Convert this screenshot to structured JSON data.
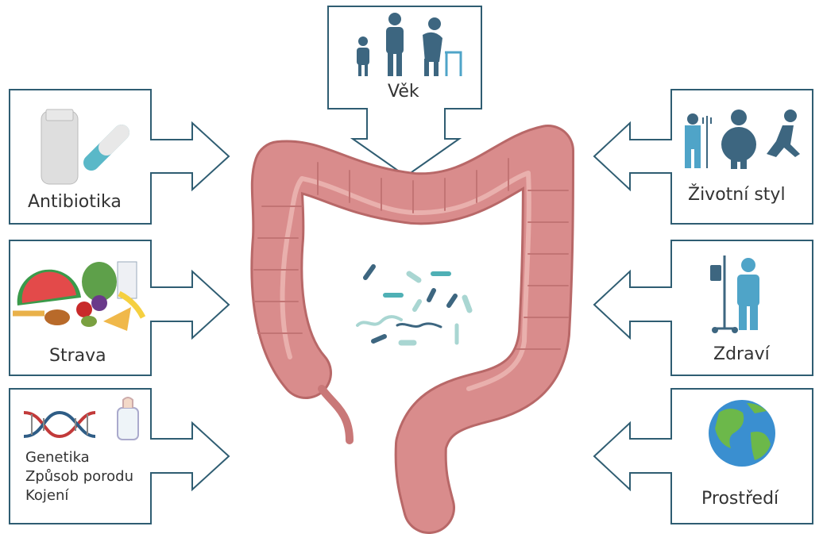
{
  "colors": {
    "border": "#2f5d72",
    "colon": "#d98c8c",
    "colon_dark": "#b86868",
    "icon": "#3d6680"
  },
  "factors": {
    "age": {
      "label": "Věk",
      "icon": "family-age-icon"
    },
    "antibiotics": {
      "label": "Antibiotika",
      "icon": "pill-bottle-capsule-icon"
    },
    "diet": {
      "label": "Strava",
      "icon": "food-icon"
    },
    "genetics": {
      "lines": [
        "Genetika",
        "Způsob porodu",
        "Kojení"
      ],
      "icon": "dna-bottle-icon"
    },
    "lifestyle": {
      "label": "Životní styl",
      "icon": "people-lifestyle-icon"
    },
    "health": {
      "label": "Zdraví",
      "icon": "patient-iv-icon"
    },
    "environment": {
      "label": "Prostředí",
      "icon": "globe-icon"
    }
  }
}
